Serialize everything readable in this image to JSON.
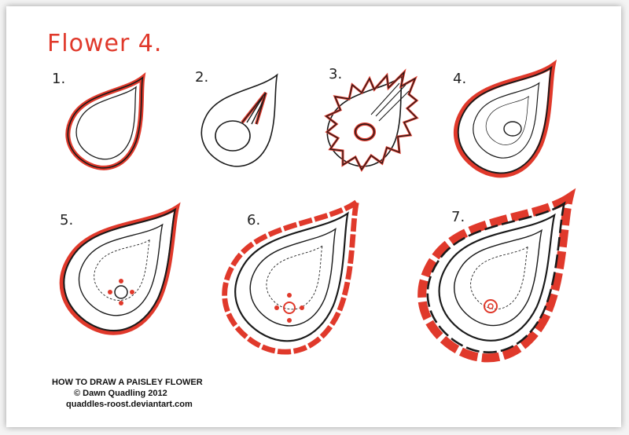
{
  "title": "Flower 4.",
  "steps": [
    {
      "number": "1."
    },
    {
      "number": "2."
    },
    {
      "number": "3."
    },
    {
      "number": "4."
    },
    {
      "number": "5."
    },
    {
      "number": "6."
    },
    {
      "number": "7."
    }
  ],
  "credits": {
    "line1": "HOW TO DRAW A PAISLEY FLOWER",
    "line2": "© Dawn Quadling 2012",
    "line3": "quaddles-roost.deviantart.com"
  },
  "colors": {
    "ink": "#1a1a1a",
    "red": "#e0392b",
    "paper": "#ffffff"
  }
}
